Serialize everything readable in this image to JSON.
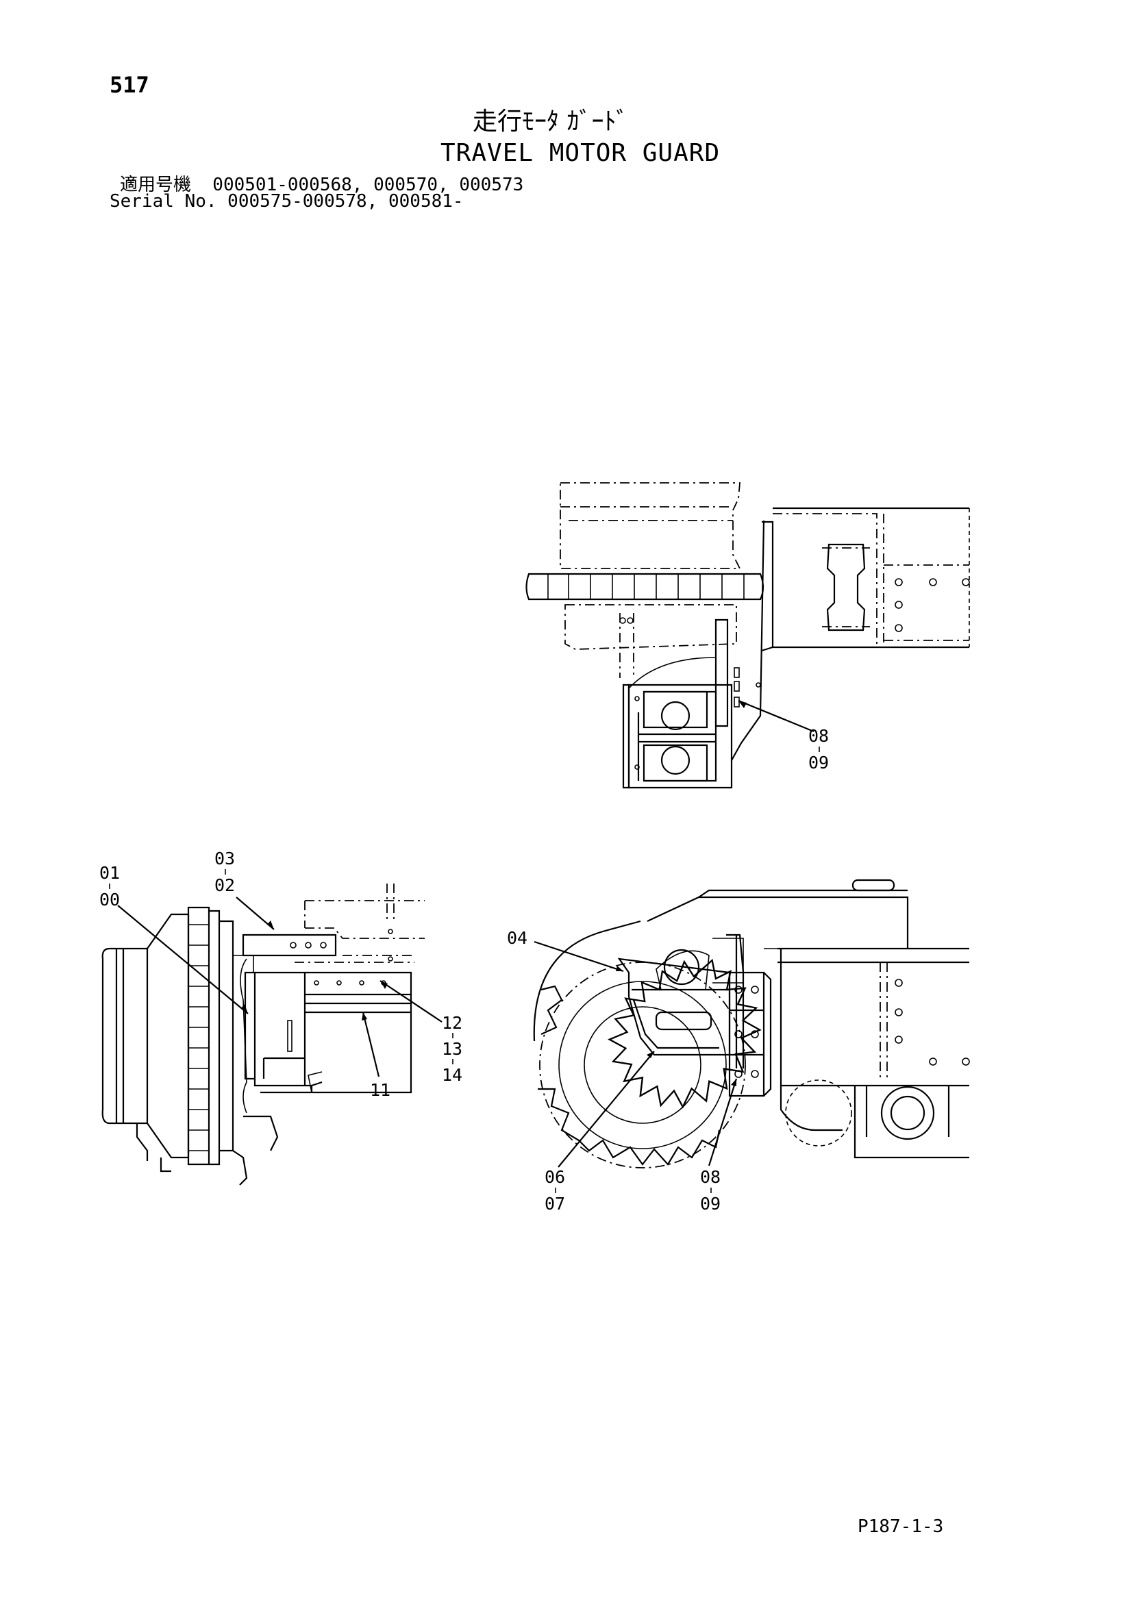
{
  "page_number": "517",
  "title_jp": "走行ﾓｰﾀ ｶﾞｰﾄﾞ",
  "title_en": "TRAVEL MOTOR GUARD",
  "serial_line_1": "適用号機  000501-000568, 000570, 000573",
  "serial_line_2": "Serial No. 000575-000578, 000581-",
  "page_ref": "P187-1-3",
  "callouts": {
    "c0809_top": {
      "a": "08",
      "b": "09"
    },
    "c0100": {
      "a": "01",
      "b": "00"
    },
    "c0302": {
      "a": "03",
      "b": "02"
    },
    "c04": "04",
    "c121314": {
      "a": "12",
      "b": "13",
      "c": "14"
    },
    "c11": "11",
    "c0607": {
      "a": "06",
      "b": "07"
    },
    "c0809_bot": {
      "a": "08",
      "b": "09"
    }
  }
}
